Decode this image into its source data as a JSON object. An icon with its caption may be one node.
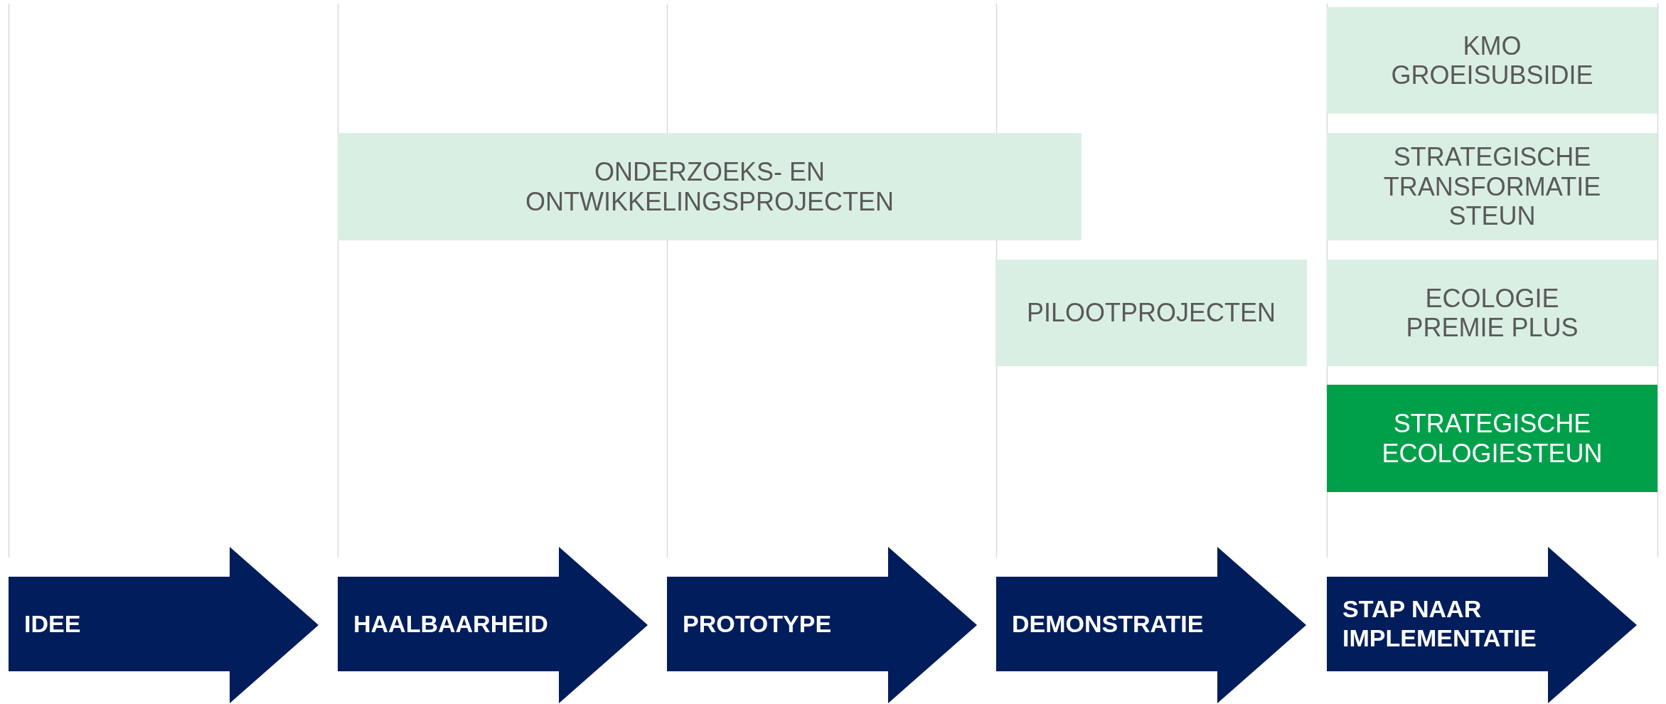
{
  "diagram": {
    "nodes": [
      {
        "text": [
          "KMO GROEISUBSIDIE"
        ]
      },
      {
        "text": [
          "ONDERZOEKS- EN ONTWIKKELINGSPROJECTEN"
        ]
      },
      {
        "text": [
          "STRATEGISCHE TRANSFORMATIE STEUN"
        ]
      },
      {
        "text": [
          "PILOOTPROJECTEN"
        ]
      },
      {
        "text": [
          "ECOLOGIE PREMIE PLUS"
        ]
      },
      {
        "text": [
          "STRATEGISCHE ECOLOGIESTEUN"
        ]
      },
      {
        "text": [
          "IDEE"
        ]
      },
      {
        "text": [
          "HAALBAARHEID"
        ]
      },
      {
        "text": [
          "PROTOTYPE"
        ]
      },
      {
        "text": [
          "DEMONSTRATIE"
        ]
      },
      {
        "text": [
          "STAP NAAR IMPLEMENTATIE"
        ]
      }
    ],
    "edges": []
  }
}
